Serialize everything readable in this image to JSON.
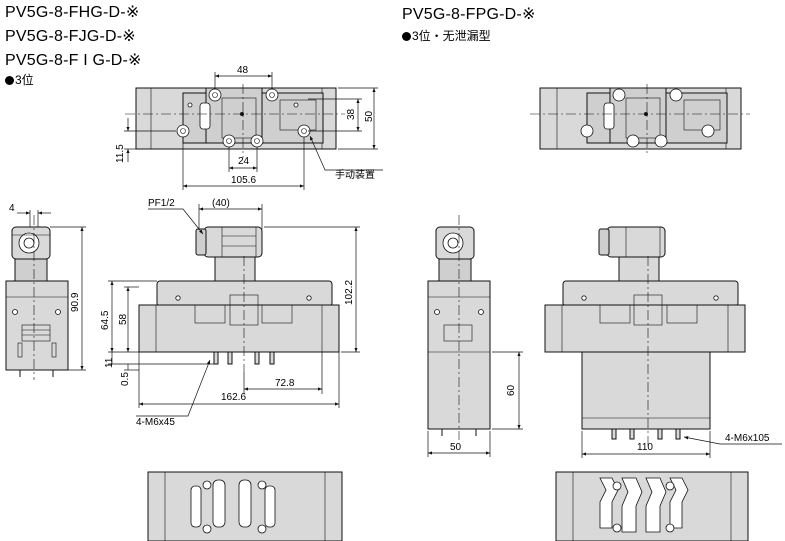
{
  "left": {
    "titles": [
      "PV5G-8-FHG-D-※",
      "PV5G-8-FJG-D-※",
      "PV5G-8-F I G-D-※"
    ],
    "note": "3位",
    "dims": {
      "d48": "48",
      "d38": "38",
      "d50": "50",
      "d11_5": "11.5",
      "d24": "24",
      "d105_6": "105.6",
      "manual": "手动装置",
      "d4": "4",
      "pf": "PF1/2",
      "d40": "(40)",
      "d90_9": "90.9",
      "d102_2": "102.2",
      "d64_5": "64.5",
      "d58": "58",
      "d11": "11",
      "d0_5": "0.5",
      "d72_8": "72.8",
      "d162_6": "162.6",
      "m6x45": "4-M6x45"
    }
  },
  "right": {
    "title": "PV5G-8-FPG-D-※",
    "note": "3位・无泄漏型",
    "dims": {
      "d60": "60",
      "d50": "50",
      "d110": "110",
      "m6x105": "4-M6x105"
    }
  },
  "colors": {
    "body": "#d9d9d9",
    "line": "#111111"
  }
}
